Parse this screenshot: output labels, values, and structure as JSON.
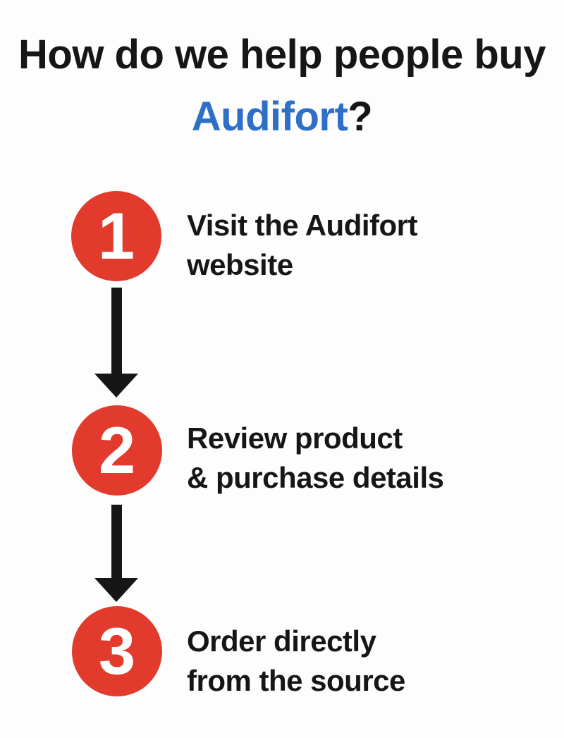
{
  "title": {
    "line1": "How do we help people buy",
    "brand": "Audifort",
    "question_mark": "?"
  },
  "steps": [
    {
      "number": "1",
      "label_line1": "Visit the Audifort",
      "label_line2": "website"
    },
    {
      "number": "2",
      "label_line1": "Review product",
      "label_line2": "& purchase details"
    },
    {
      "number": "3",
      "label_line1": "Order directly",
      "label_line2": "from the source"
    }
  ],
  "colors": {
    "background": "#fdfdfd",
    "step_circle_red": "#e23a2c",
    "brand_blue": "#2e6fc8",
    "text_black": "#161616",
    "arrow_black": "#161616",
    "number_white": "#ffffff"
  }
}
